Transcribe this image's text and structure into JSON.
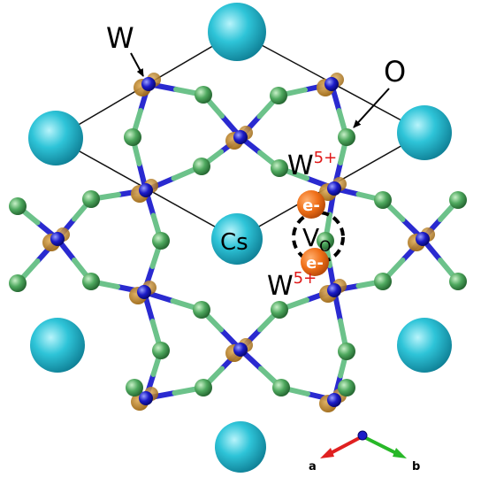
{
  "labels": {
    "w_top": "W",
    "o": "O",
    "w5_upper_letter": "W",
    "w5_upper_sup": "5+",
    "w5_lower_letter": "W",
    "w5_lower_sup": "5+",
    "cs": "Cs",
    "vacancy_letter": "V",
    "vacancy_sub": "O",
    "electron_upper": "e-",
    "electron_lower": "e-",
    "axis_a": "a",
    "axis_b": "b"
  },
  "colors": {
    "cs": "#2ec4d8",
    "w": "#1c1cc8",
    "o": "#4ea85e",
    "bond": "#6cc28a",
    "charge_density": "#b8801e",
    "electron": "#f07018",
    "superscript": "#e01818",
    "axis_a": "#e02020",
    "axis_b": "#28b828"
  }
}
